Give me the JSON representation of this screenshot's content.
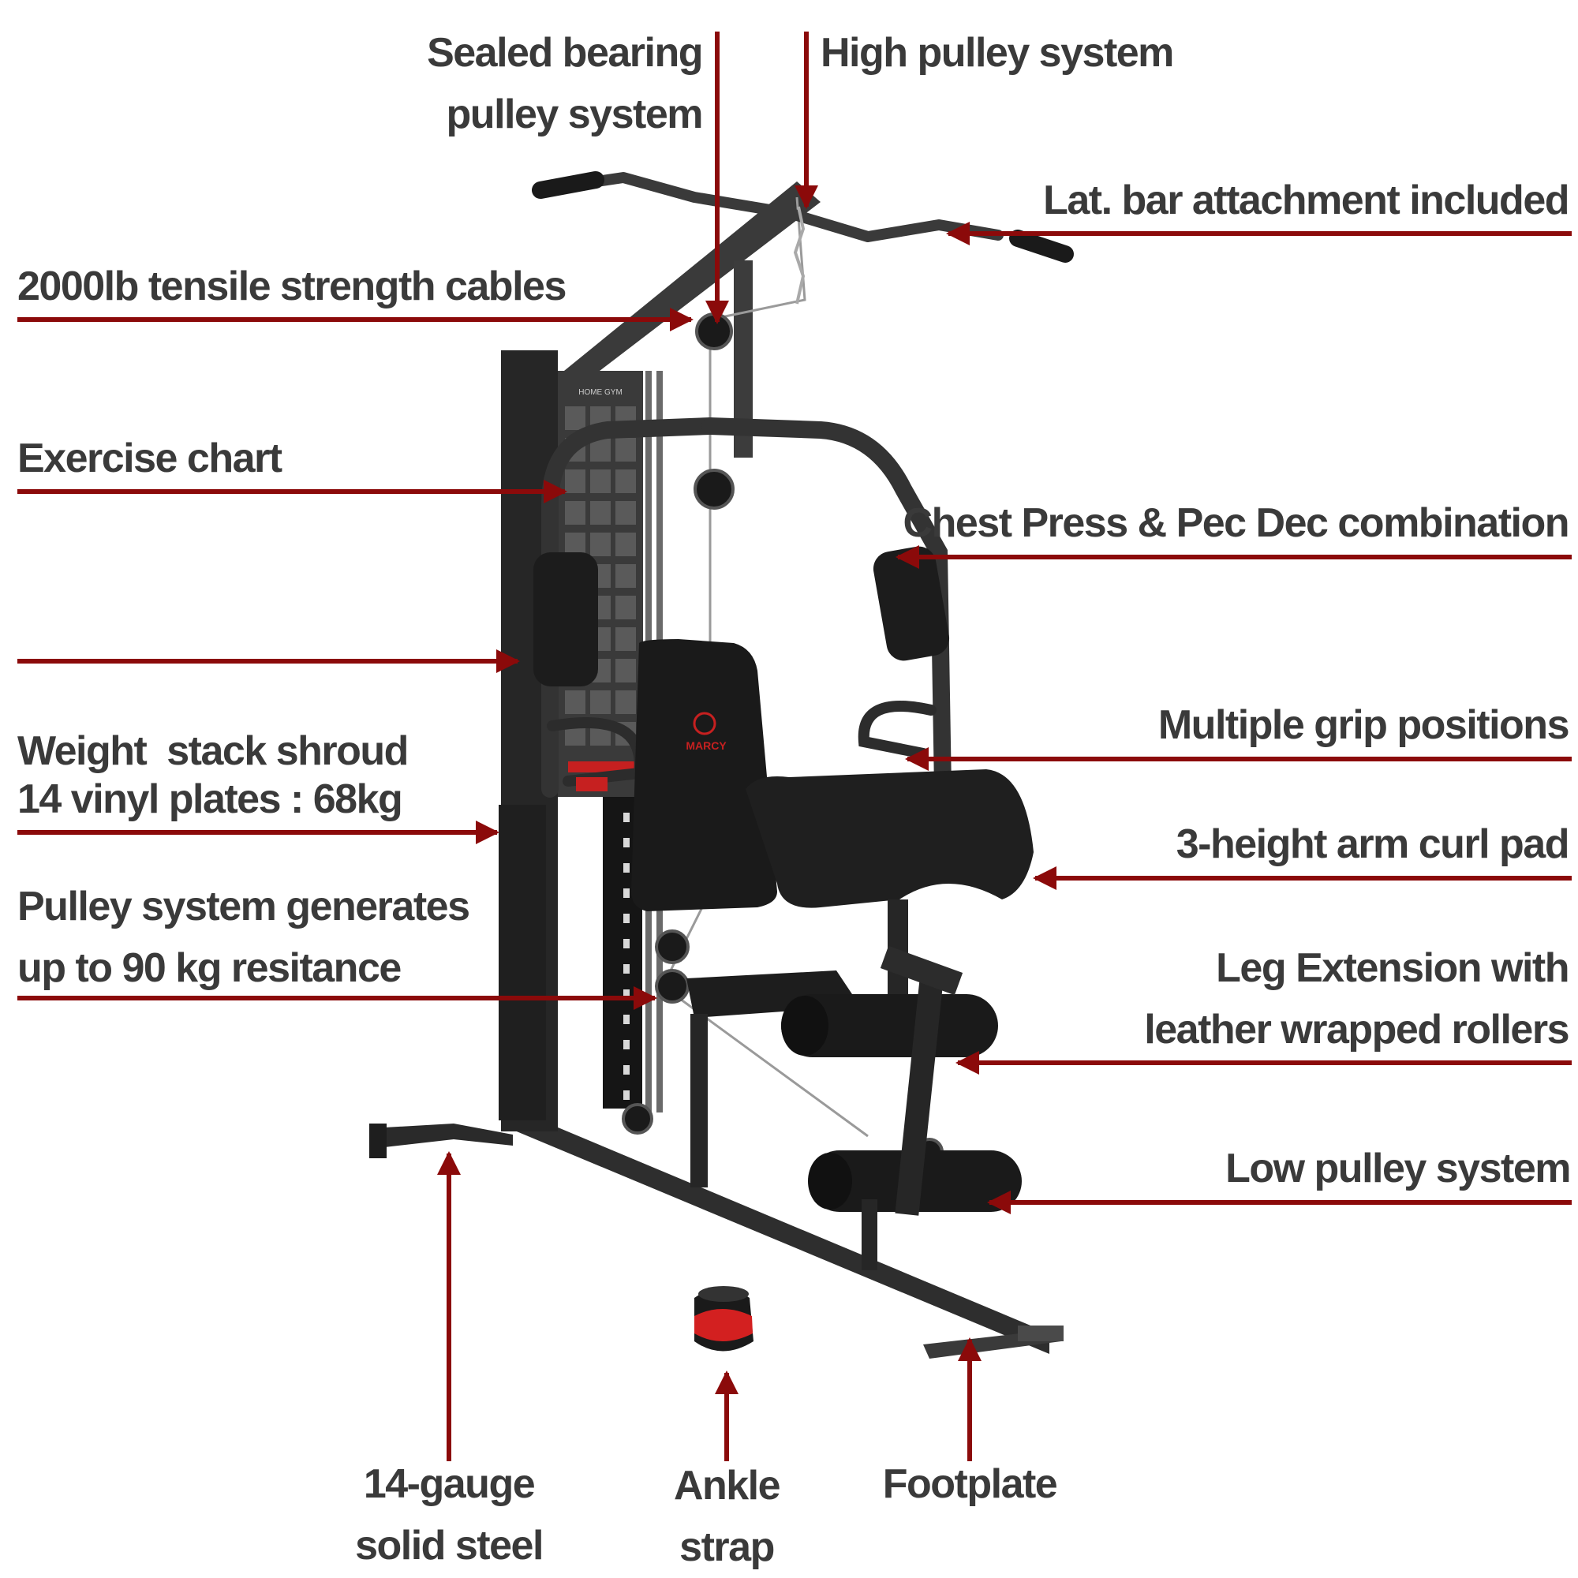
{
  "colors": {
    "leader": "#8b0a0a",
    "text": "#3a3a3a",
    "frame": "#2b2b2b",
    "pad": "#1c1c1c",
    "accent": "#d32020",
    "background": "#ffffff"
  },
  "labels": {
    "sealed_bearing": [
      "Sealed bearing",
      "pulley system"
    ],
    "high_pulley": [
      "High pulley system"
    ],
    "lat_bar": [
      "Lat. bar attachment included"
    ],
    "cables": [
      "2000lb tensile strength cables"
    ],
    "exercise_chart": [
      "Exercise chart"
    ],
    "chest_press": [
      "Chest Press & Pec Dec combination"
    ],
    "weight_shroud": [
      "Weight  stack shroud"
    ],
    "grip_positions": [
      "Multiple grip positions"
    ],
    "vinyl_plates": [
      "14 vinyl plates : 68kg"
    ],
    "arm_curl": [
      "3-height arm curl pad"
    ],
    "pulley_resistance": [
      "Pulley system generates",
      "up to 90 kg resitance"
    ],
    "leg_extension": [
      "Leg Extension with",
      "leather wrapped rollers"
    ],
    "low_pulley": [
      "Low pulley system"
    ],
    "steel": [
      "14-gauge",
      "solid steel"
    ],
    "ankle_strap": [
      "Ankle",
      "strap"
    ],
    "footplate": [
      "Footplate"
    ]
  },
  "machine": {
    "chart_header": "HOME GYM",
    "brand": "MARCY"
  }
}
